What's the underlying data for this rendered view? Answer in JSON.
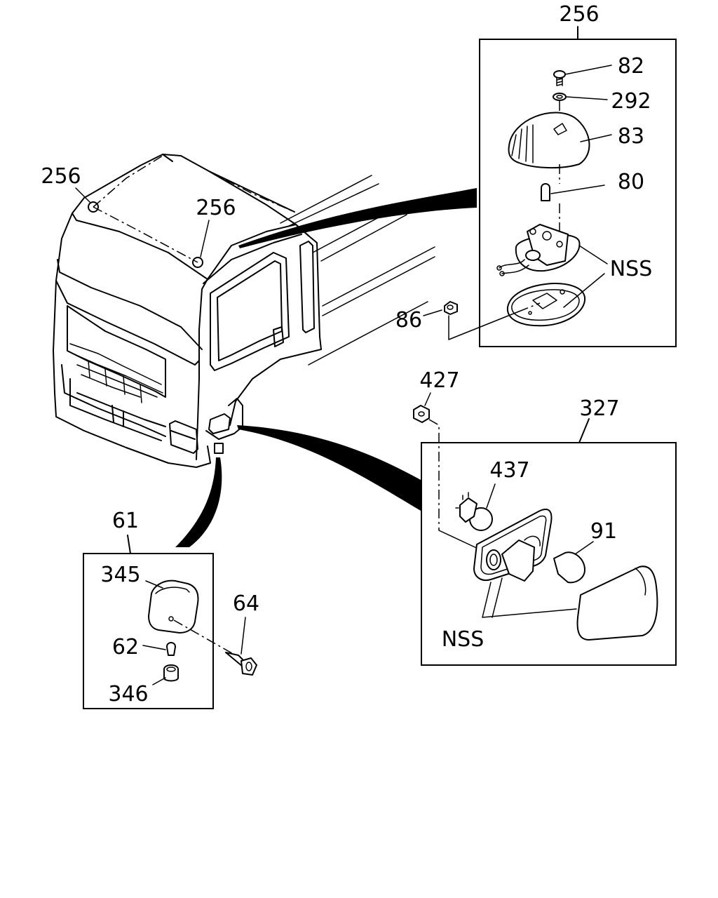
{
  "callouts": {
    "roof_lamp_assembly": "256",
    "roof_lamp_left": "256",
    "roof_lamp_center": "256",
    "screw": "82",
    "washer": "292",
    "lens": "83",
    "bulb_roof": "80",
    "nss_roof": "NSS",
    "nut_roof": "86",
    "nut_side": "427",
    "side_lamp_assembly": "327",
    "socket": "437",
    "bulb_side": "91",
    "nss_side": "NSS",
    "corner_lamp_assembly": "61",
    "corner_lens": "345",
    "tapping_screw": "64",
    "bulb_corner": "62",
    "corner_socket": "346"
  }
}
